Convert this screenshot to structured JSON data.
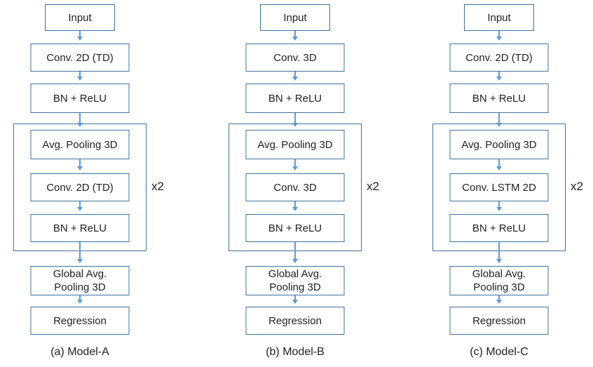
{
  "diagram": {
    "colors": {
      "box_border": "#41719C",
      "arrow": "#5B9BD5",
      "text": "#1f1f1f",
      "background": "#ffffff"
    },
    "columns": [
      {
        "caption": "(a) Model-A",
        "repeat_label": "x2",
        "nodes": {
          "input": "Input",
          "conv1": "Conv. 2D (TD)",
          "bn1": "BN + ReLU",
          "pool": "Avg. Pooling 3D",
          "conv2": "Conv. 2D (TD)",
          "bn2": "BN + ReLU",
          "gap_line1": "Global Avg.",
          "gap_line2": "Pooling 3D",
          "regression": "Regression"
        }
      },
      {
        "caption": "(b) Model-B",
        "repeat_label": "x2",
        "nodes": {
          "input": "Input",
          "conv1": "Conv. 3D",
          "bn1": "BN + ReLU",
          "pool": "Avg. Pooling 3D",
          "conv2": "Conv. 3D",
          "bn2": "BN + ReLU",
          "gap_line1": "Global Avg.",
          "gap_line2": "Pooling 3D",
          "regression": "Regression"
        }
      },
      {
        "caption": "(c) Model-C",
        "repeat_label": "x2",
        "nodes": {
          "input": "Input",
          "conv1": "Conv. 2D (TD)",
          "bn1": "BN + ReLU",
          "pool": "Avg. Pooling 3D",
          "conv2": "Conv. LSTM 2D",
          "bn2": "BN + ReLU",
          "gap_line1": "Global Avg.",
          "gap_line2": "Pooling 3D",
          "regression": "Regression"
        }
      }
    ]
  }
}
